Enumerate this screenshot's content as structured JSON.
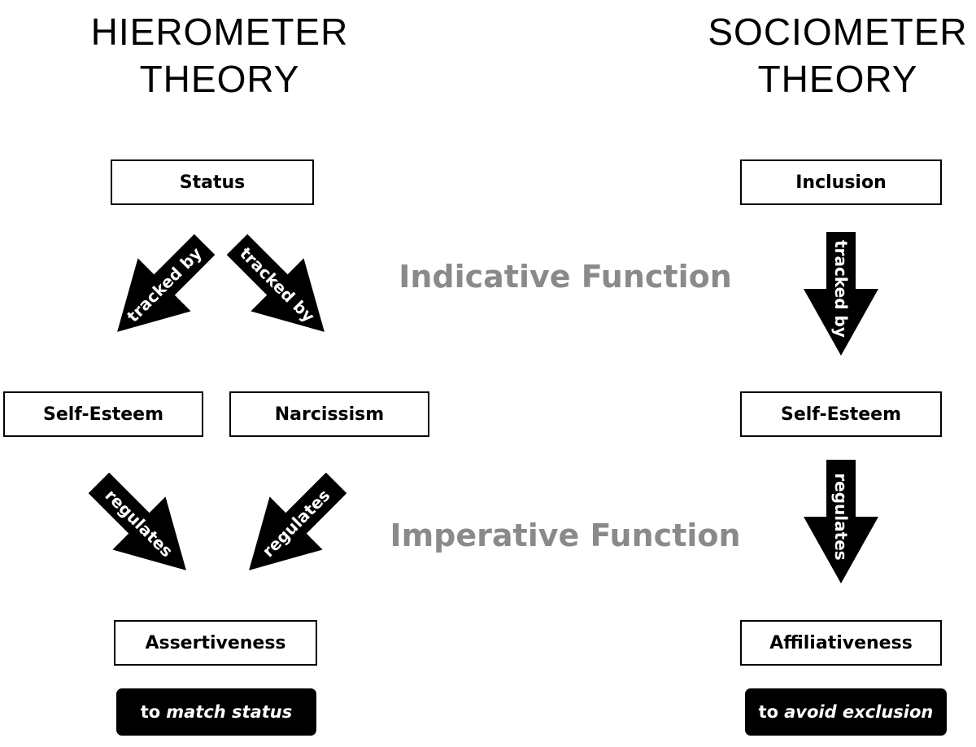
{
  "hierometer": {
    "title_line1": "HIEROMETER",
    "title_line2": "THEORY",
    "status": "Status",
    "self_esteem": "Self-Esteem",
    "narcissism": "Narcissism",
    "assertiveness": "Assertiveness",
    "note_prefix": "to",
    "note_emphasis": "match status"
  },
  "sociometer": {
    "title_line1": "SOCIOMETER",
    "title_line2": "THEORY",
    "inclusion": "Inclusion",
    "self_esteem": "Self-Esteem",
    "affiliativeness": "Affiliativeness",
    "note_prefix": "to",
    "note_emphasis": "avoid exclusion"
  },
  "functions": {
    "indicative": "Indicative Function",
    "imperative": "Imperative Function"
  },
  "arrow_labels": {
    "tracked_by": "tracked by",
    "regulates": "regulates"
  },
  "colors": {
    "arrow": "#000000",
    "function_text": "#8a8a8a",
    "box_border": "#000000"
  }
}
